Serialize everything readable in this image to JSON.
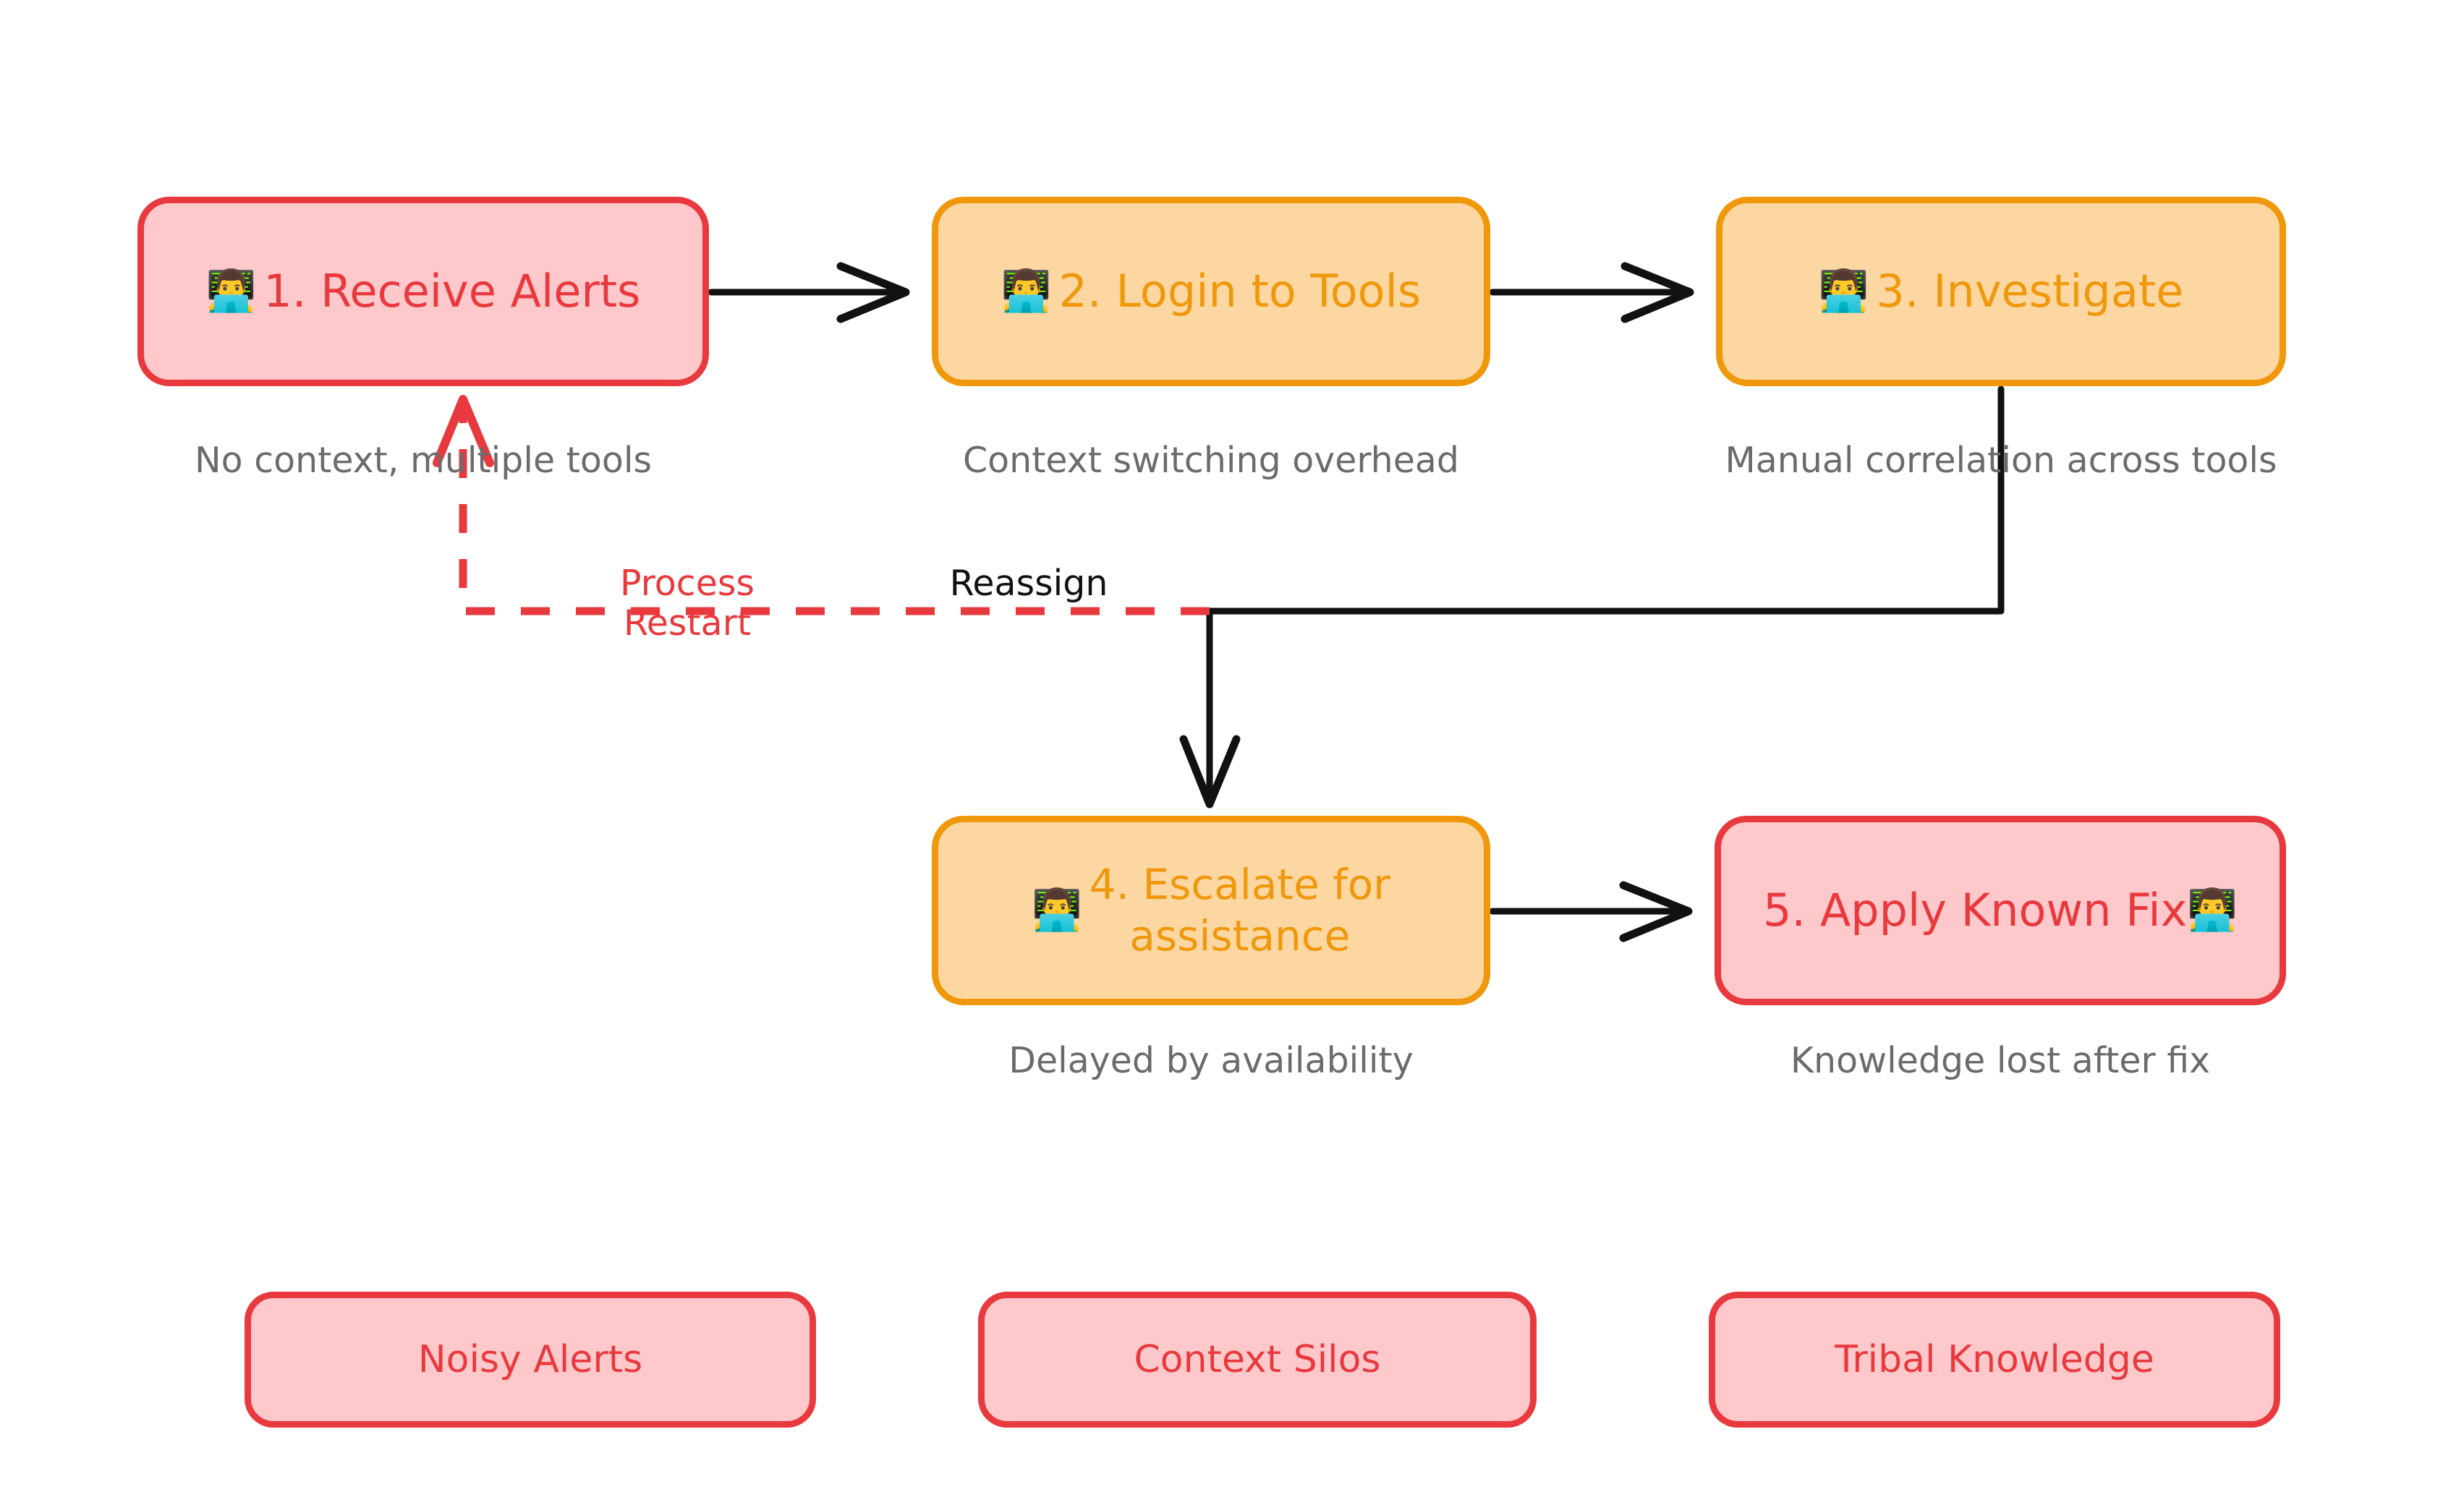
{
  "diagram": {
    "type": "flowchart",
    "title": "",
    "person_icon": "👨‍💻",
    "colors": {
      "pink_fill": "#FFC9CB",
      "pink_border": "#E8393E",
      "orange_fill": "#FDD7A1",
      "orange_border": "#F0980C",
      "caption_gray": "#6B6B6B",
      "edge_black": "#111111",
      "edge_red": "#E8393E"
    },
    "nodes": [
      {
        "id": "n1",
        "label": "1. Receive Alerts",
        "caption": "No context, multiple tools",
        "style": "pink",
        "emoji": "👨‍💻",
        "emoji_side": "left"
      },
      {
        "id": "n2",
        "label": "2. Login to Tools",
        "caption": "Context switching overhead",
        "style": "orange",
        "emoji": "👨‍💻",
        "emoji_side": "left"
      },
      {
        "id": "n3",
        "label": "3. Investigate",
        "caption": "Manual correlation across tools",
        "style": "orange",
        "emoji": "👨‍💻",
        "emoji_side": "left"
      },
      {
        "id": "n4",
        "label_line1": "4. Escalate for",
        "label_line2": "assistance",
        "caption": "Delayed by availability",
        "style": "orange",
        "emoji": "👨‍💻",
        "emoji_side": "left"
      },
      {
        "id": "n5",
        "label": "5. Apply Known Fix",
        "caption": "Knowledge lost after fix",
        "style": "pink",
        "emoji": "👨‍💻",
        "emoji_side": "right"
      }
    ],
    "edges": [
      {
        "from": "n1",
        "to": "n2",
        "label": "",
        "style": "solid-black"
      },
      {
        "from": "n2",
        "to": "n3",
        "label": "",
        "style": "solid-black"
      },
      {
        "from": "n3",
        "to": "n4",
        "label": "Reassign",
        "style": "solid-black"
      },
      {
        "from": "n4",
        "to": "n5",
        "label": "",
        "style": "solid-black"
      },
      {
        "from": "n3",
        "to": "n1",
        "label": "Process\nRestart",
        "style": "dashed-red"
      }
    ],
    "edge_labels": {
      "reassign": "Reassign",
      "process_restart": "Process\nRestart"
    },
    "pain_points": [
      {
        "id": "p1",
        "label": "Noisy Alerts"
      },
      {
        "id": "p2",
        "label": "Context Silos"
      },
      {
        "id": "p3",
        "label": "Tribal Knowledge"
      }
    ]
  }
}
